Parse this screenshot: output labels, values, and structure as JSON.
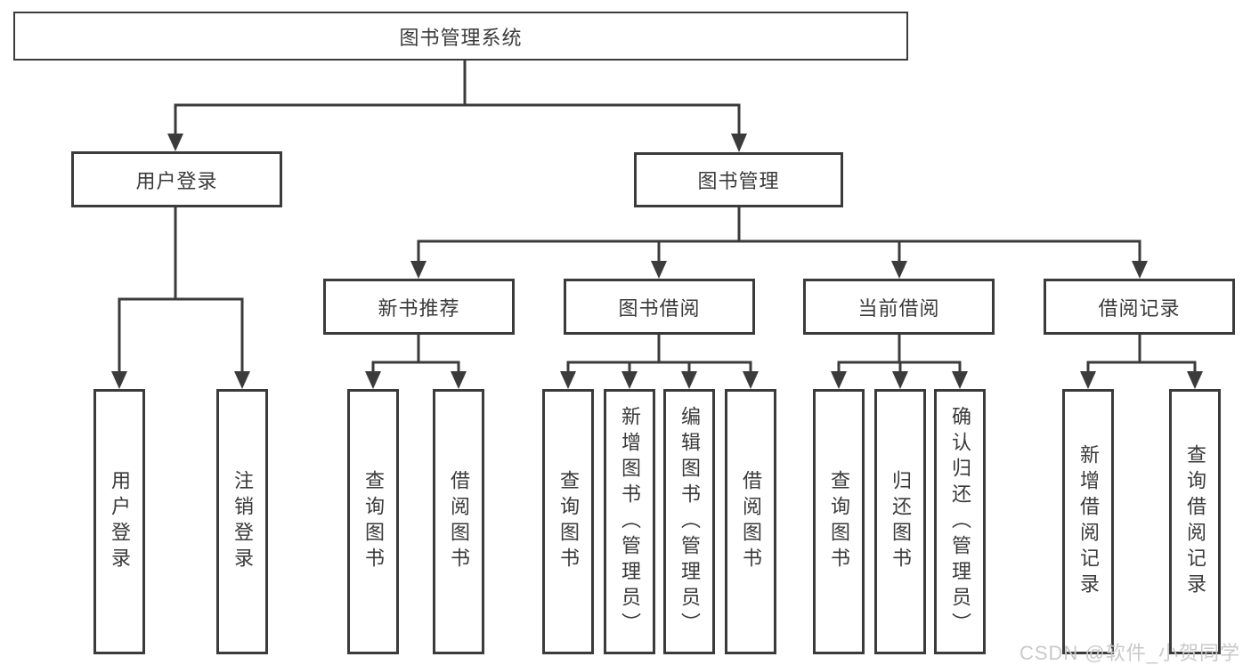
{
  "diagram": {
    "root": "图书管理系统",
    "branches": [
      {
        "label": "用户登录",
        "children": [
          {
            "label": "用户登录"
          },
          {
            "label": "注销登录"
          }
        ]
      },
      {
        "label": "图书管理",
        "children": [
          {
            "label": "新书推荐",
            "children": [
              {
                "label": "查询图书"
              },
              {
                "label": "借阅图书"
              }
            ]
          },
          {
            "label": "图书借阅",
            "children": [
              {
                "label": "查询图书"
              },
              {
                "label": "新增图书（管理员）"
              },
              {
                "label": "编辑图书（管理员）"
              },
              {
                "label": "借阅图书"
              }
            ]
          },
          {
            "label": "当前借阅",
            "children": [
              {
                "label": "查询图书"
              },
              {
                "label": "归还图书"
              },
              {
                "label": "确认归还（管理员）"
              }
            ]
          },
          {
            "label": "借阅记录",
            "children": [
              {
                "label": "新增借阅记录"
              },
              {
                "label": "查询借阅记录"
              }
            ]
          }
        ]
      }
    ]
  },
  "watermark": {
    "text": "CSDN @软件_小贺同学"
  },
  "colors": {
    "line": "#3b3b3b",
    "box_border": "#3b3b3b",
    "text": "#3a3a3a",
    "watermark": "#c9c9c9",
    "background": "#ffffff"
  }
}
